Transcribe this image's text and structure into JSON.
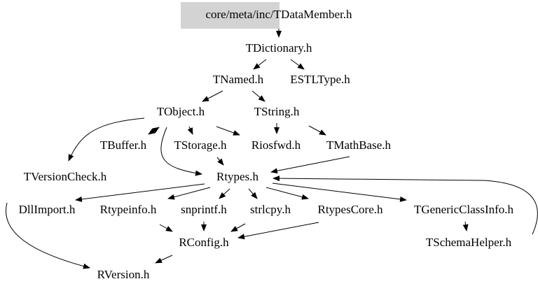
{
  "graph": {
    "root": "core/meta/inc/TDataMember.h",
    "nodes": {
      "tdictionary": "TDictionary.h",
      "tnamed": "TNamed.h",
      "estltype": "ESTLType.h",
      "tobject": "TObject.h",
      "tstring": "TString.h",
      "tbuffer": "TBuffer.h",
      "tstorage": "TStorage.h",
      "riosfwd": "Riosfwd.h",
      "tmathbase": "TMathBase.h",
      "tversioncheck": "TVersionCheck.h",
      "rtypes": "Rtypes.h",
      "dllimport": "DllImport.h",
      "rtypeinfo": "Rtypeinfo.h",
      "snprintf": "snprintf.h",
      "strlcpy": "strlcpy.h",
      "rtypescore": "RtypesCore.h",
      "tgenericclassinfo": "TGenericClassInfo.h",
      "rconfig": "RConfig.h",
      "tschemahelper": "TSchemaHelper.h",
      "rversion": "RVersion.h"
    },
    "colors": {
      "root_fill": "#d3d3d3",
      "edge": "#000000"
    }
  }
}
